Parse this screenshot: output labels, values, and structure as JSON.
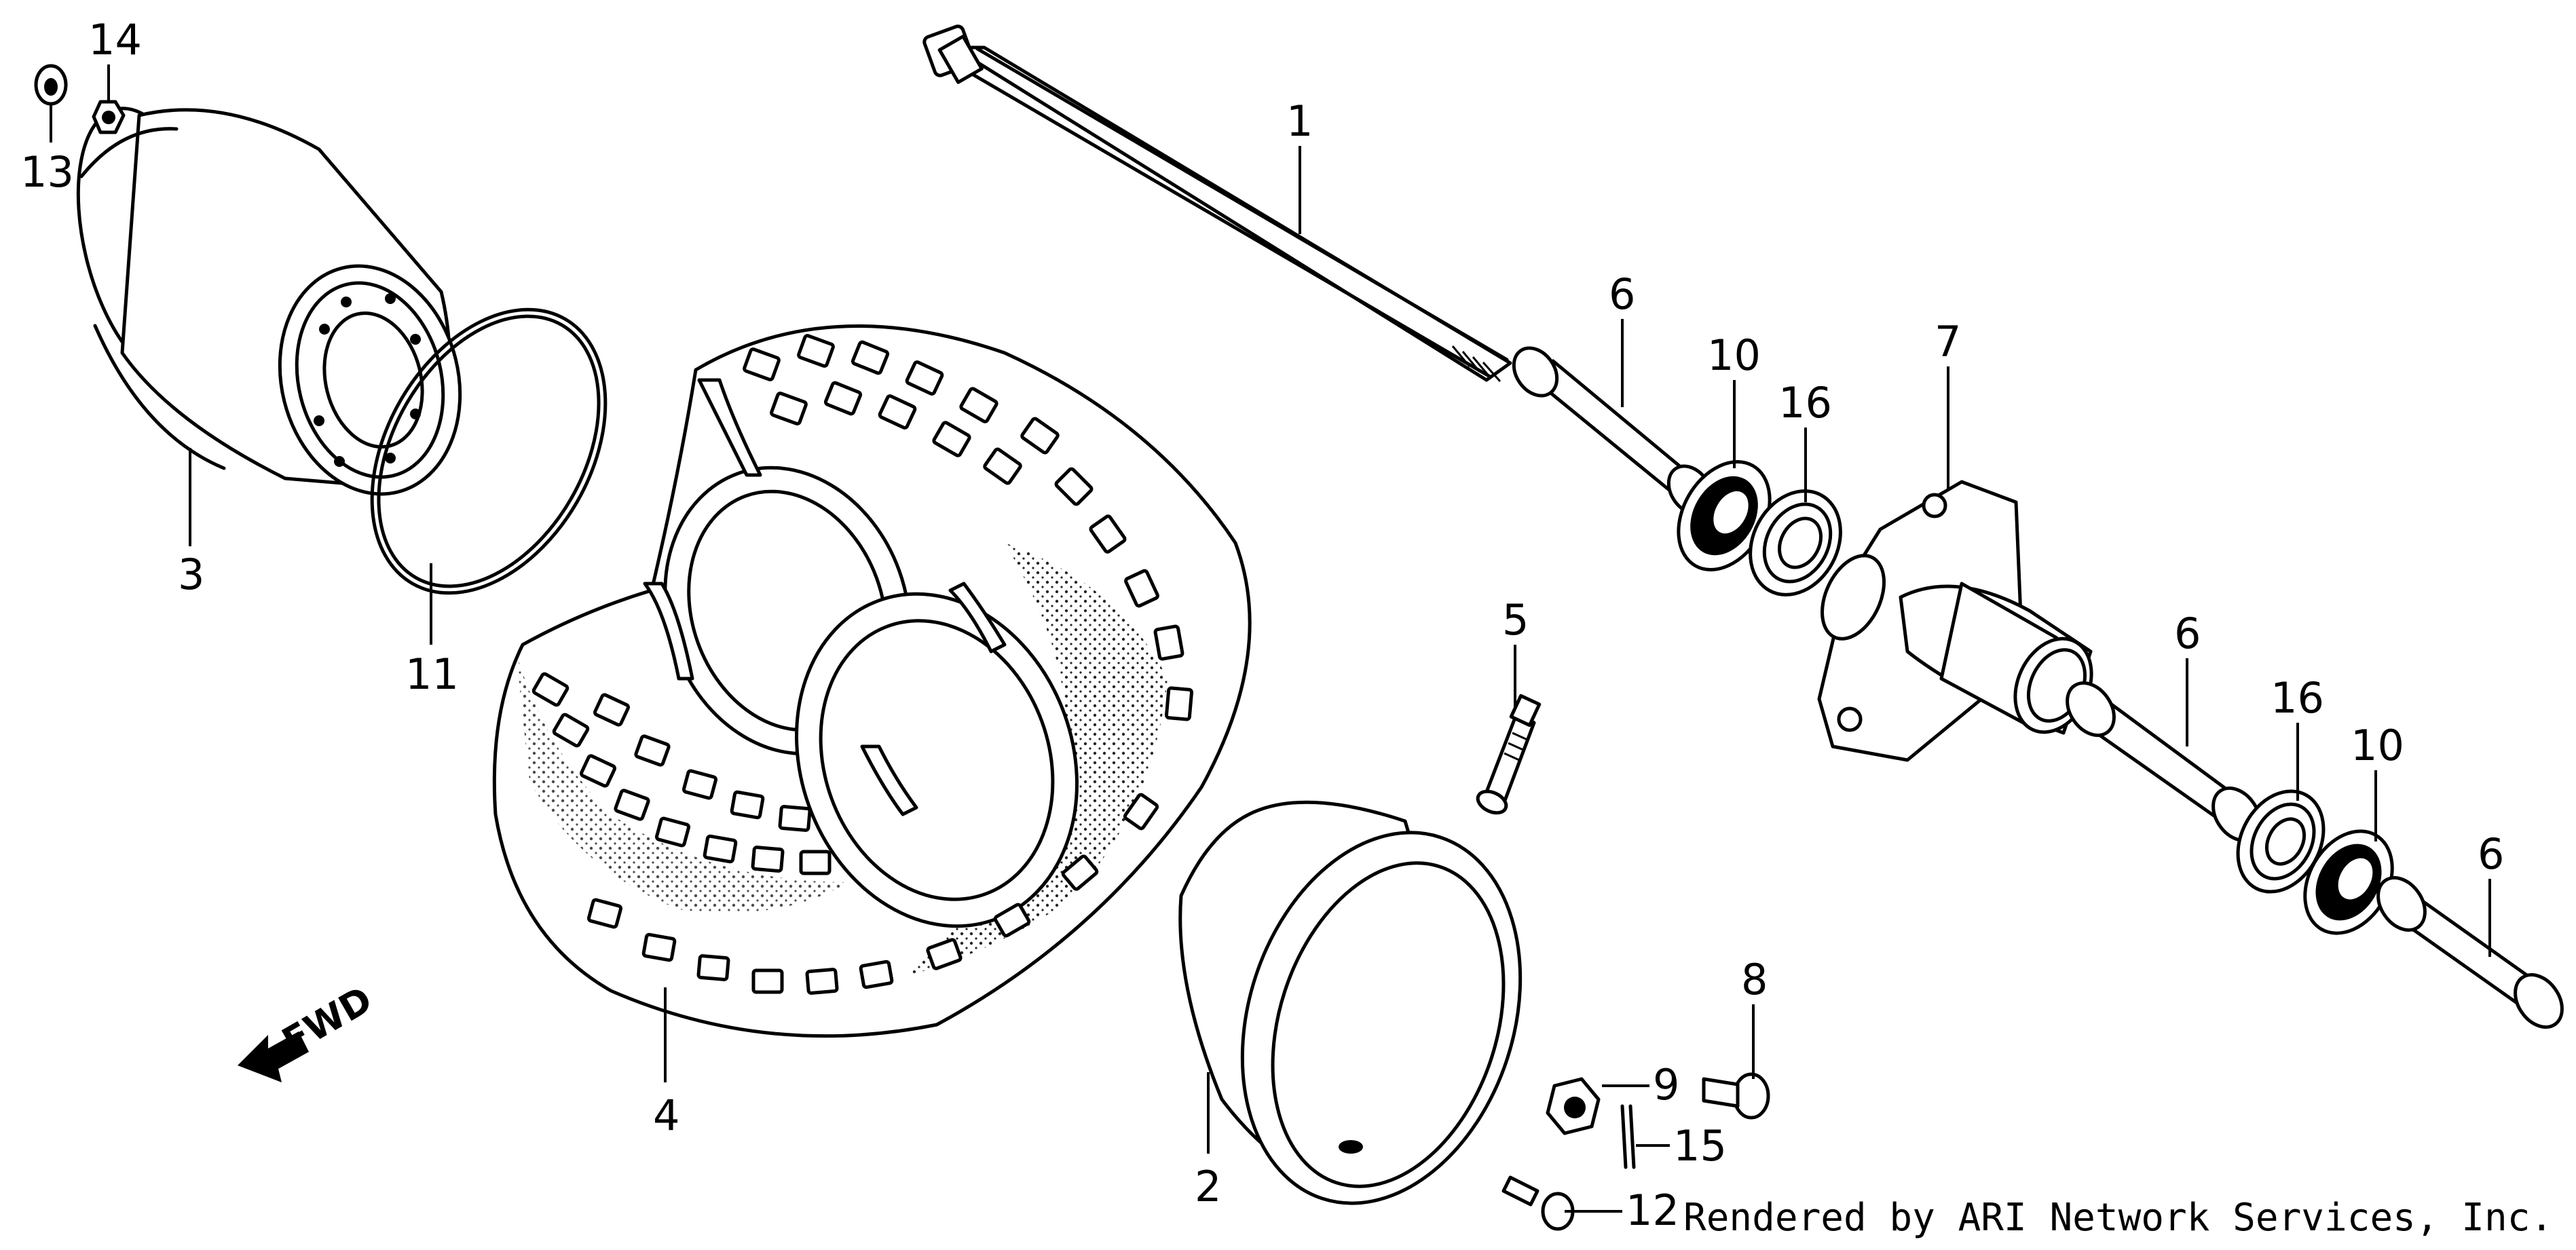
{
  "callouts": {
    "p1": "1",
    "p2": "2",
    "p3": "3",
    "p4": "4",
    "p5": "5",
    "p6a": "6",
    "p6b": "6",
    "p6c": "6",
    "p7": "7",
    "p8": "8",
    "p9": "9",
    "p10a": "10",
    "p10b": "10",
    "p11": "11",
    "p12": "12",
    "p13": "13",
    "p14": "14",
    "p15": "15",
    "p16a": "16",
    "p16b": "16"
  },
  "direction_label": "FWD",
  "credit": "Rendered by ARI Network Services, Inc."
}
